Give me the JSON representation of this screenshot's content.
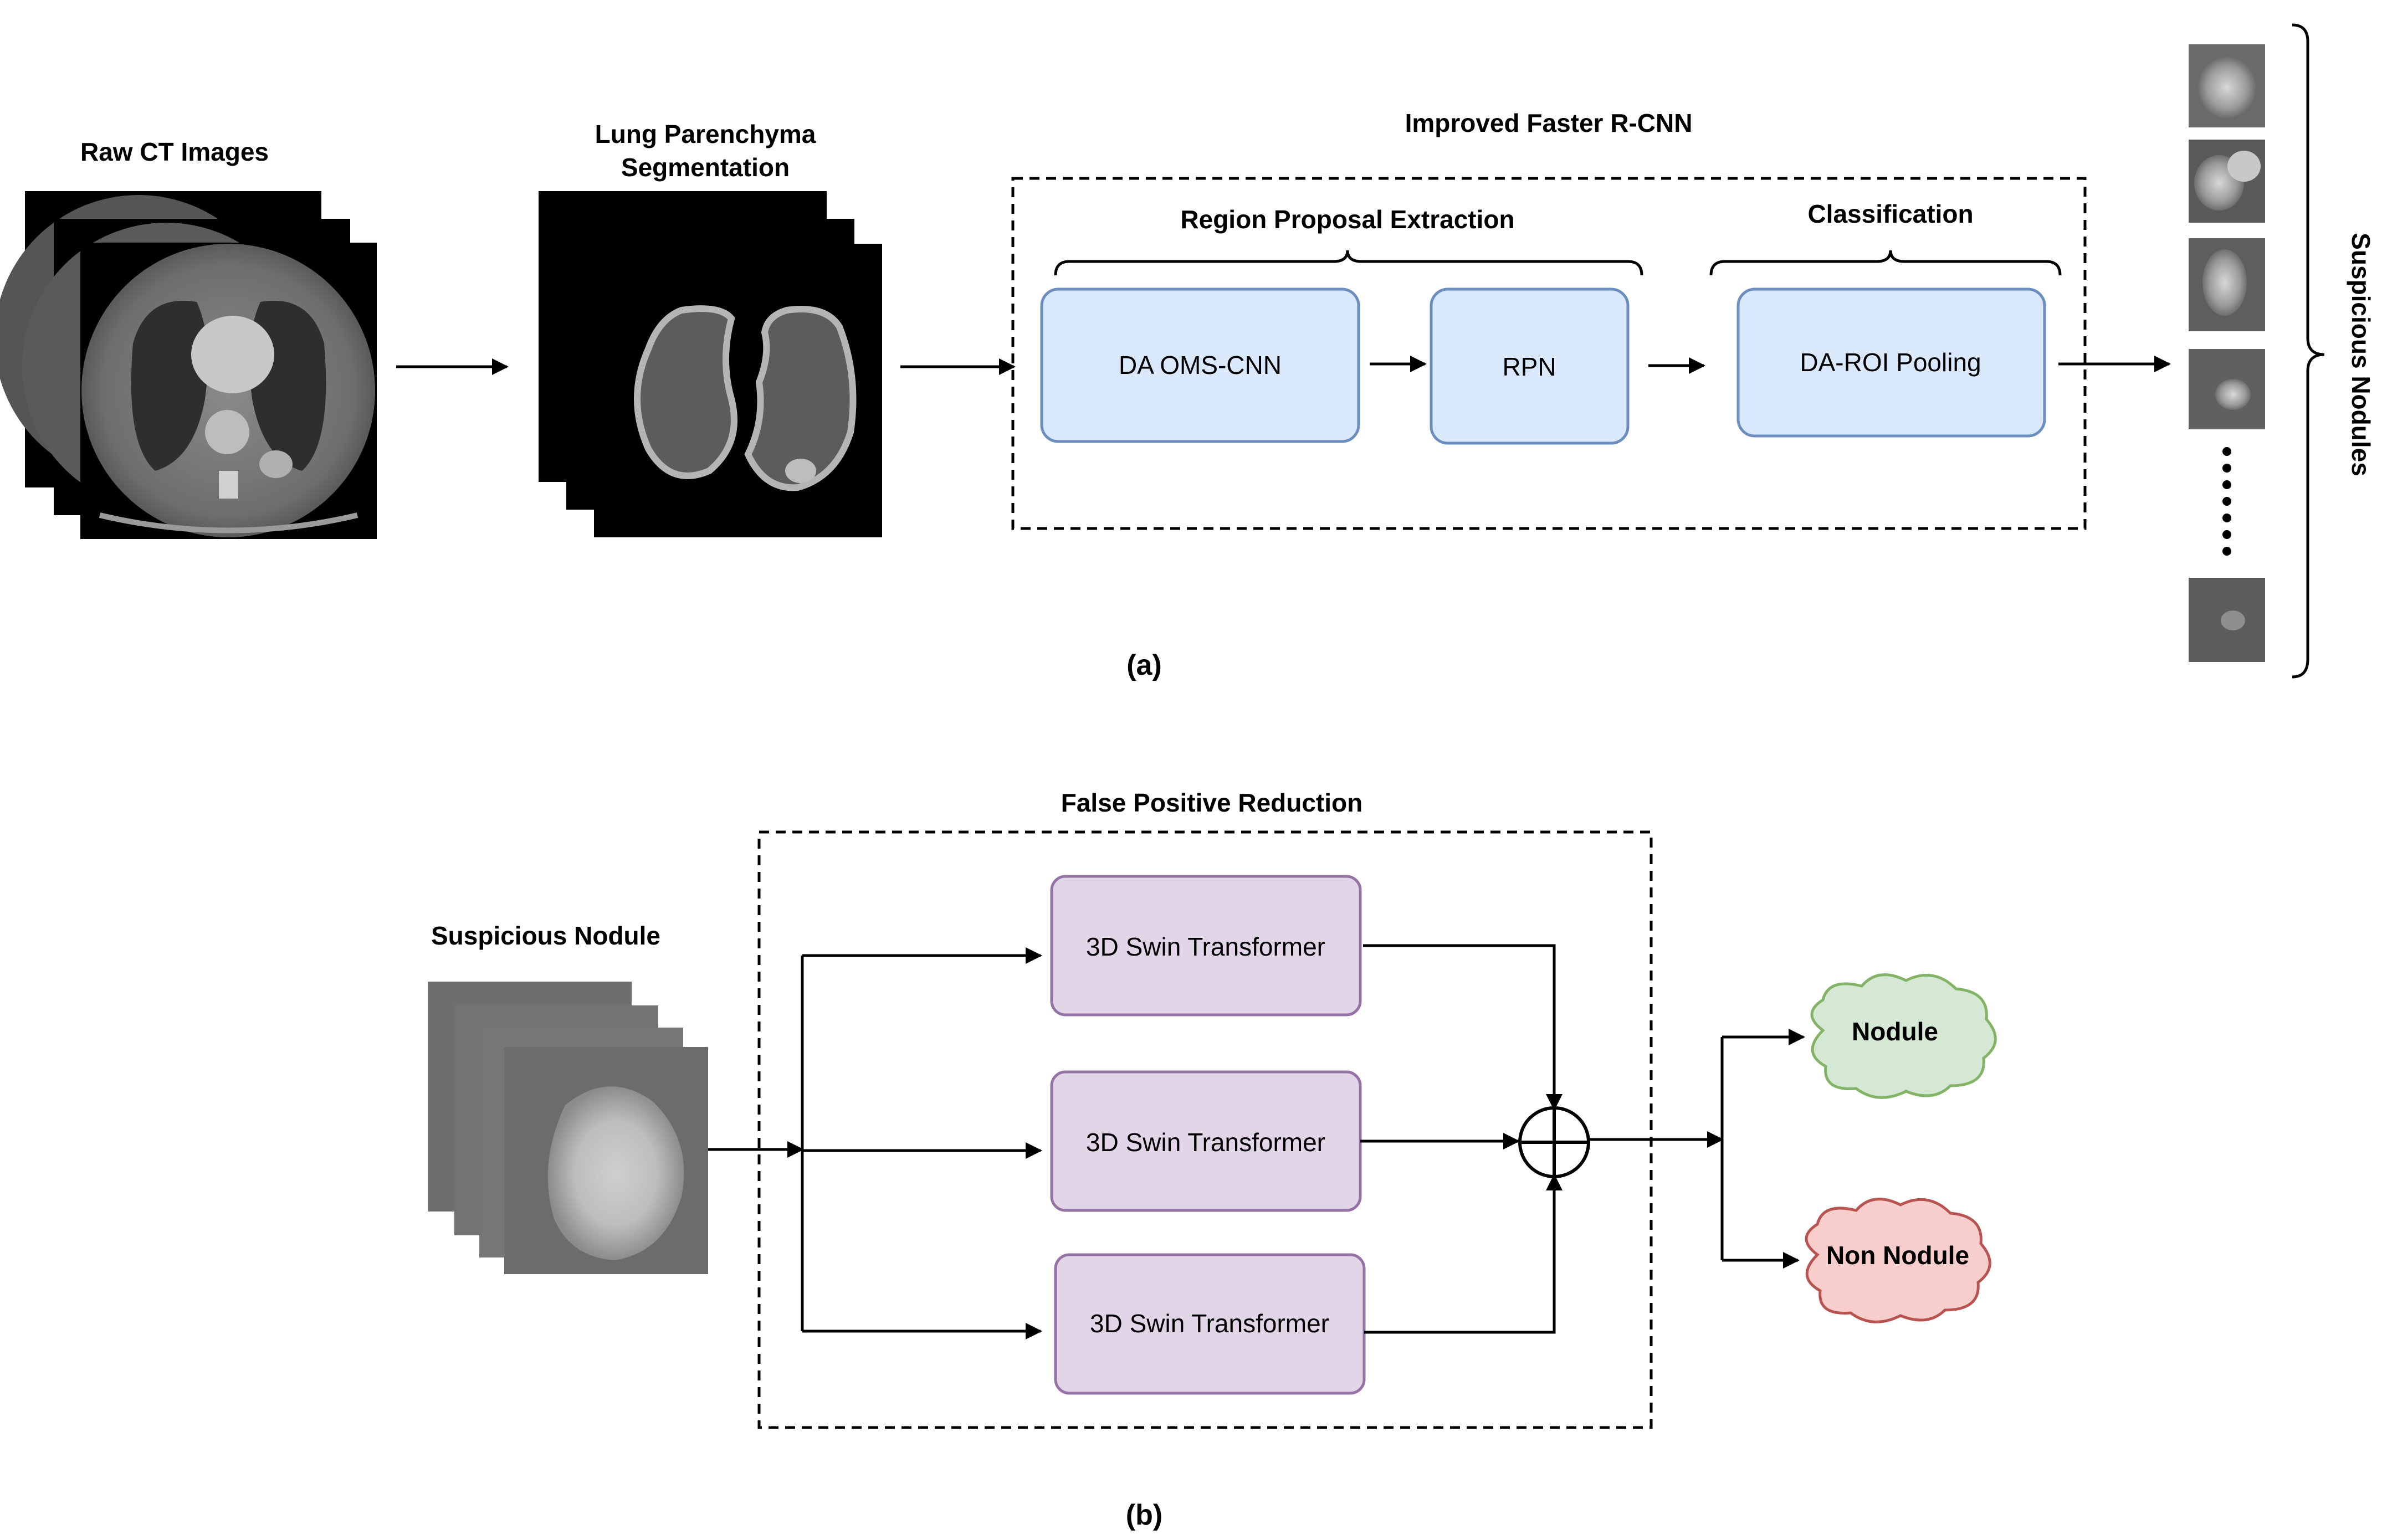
{
  "panel_a": {
    "raw_ct_label": "Raw CT Images",
    "seg_label_line1": "Lung Parenchyma",
    "seg_label_line2": "Segmentation",
    "detector_title": "Improved Faster R-CNN",
    "region_proposal_label": "Region Proposal Extraction",
    "classification_label": "Classification",
    "boxes": {
      "da_oms_cnn": "DA OMS-CNN",
      "rpn": "RPN",
      "da_roi_pooling": "DA-ROI Pooling"
    },
    "suspicious_nodules_label": "Suspicious Nodules",
    "caption": "(a)"
  },
  "panel_b": {
    "frame_title": "False Positive Reduction",
    "input_label": "Suspicious Nodule",
    "transformer_1": "3D Swin Transformer",
    "transformer_2": "3D Swin Transformer",
    "transformer_3": "3D Swin Transformer",
    "output_nodule": "Nodule",
    "output_non_nodule": "Non Nodule",
    "caption": "(b)"
  },
  "colors": {
    "blue_fill": "#dae8fc",
    "blue_stroke": "#6c8ebf",
    "purple_fill": "#e1d5e7",
    "purple_stroke": "#9673a6",
    "green_fill": "#d5e8d4",
    "green_stroke": "#82b366",
    "red_fill": "#f8cecc",
    "red_stroke": "#b85450"
  }
}
